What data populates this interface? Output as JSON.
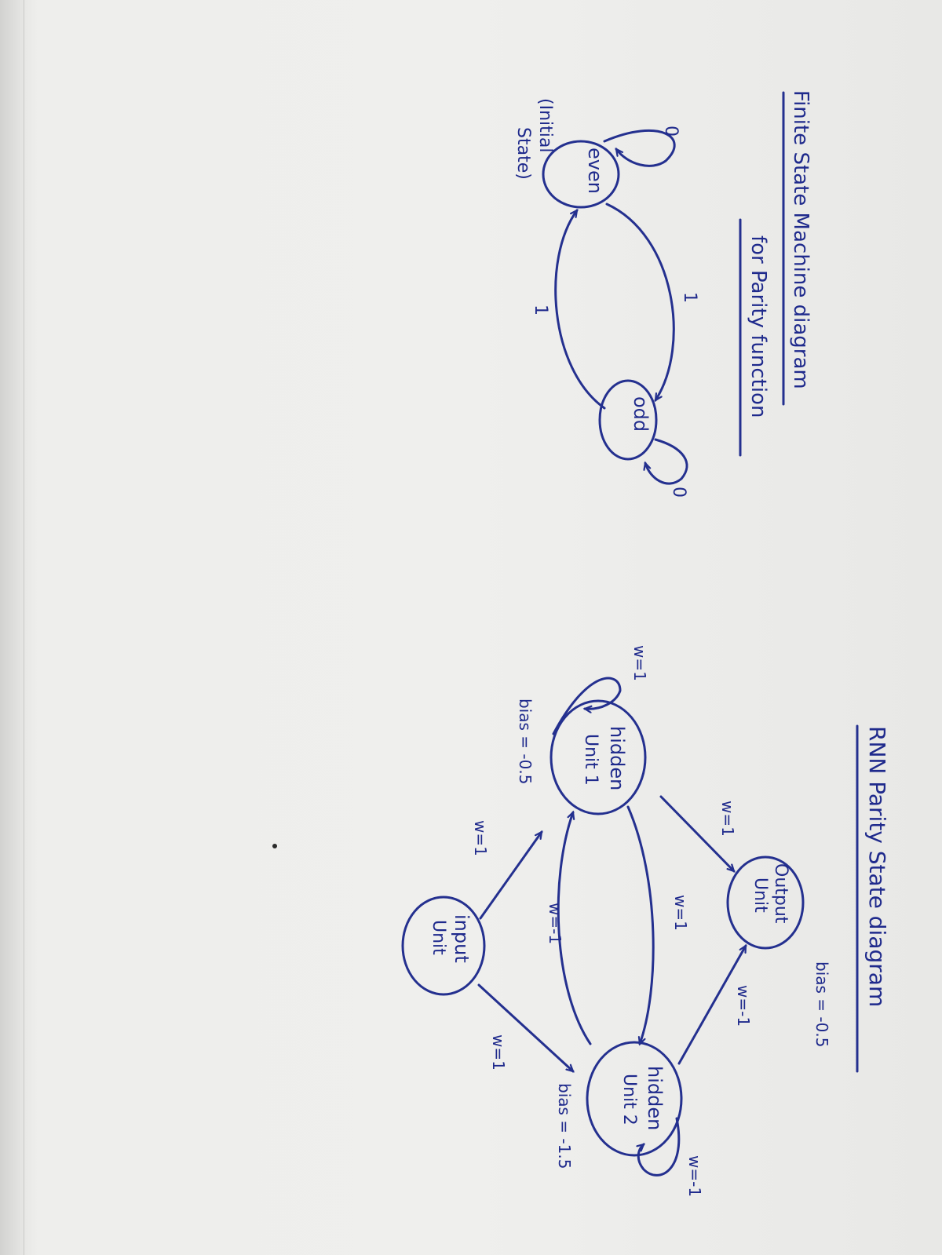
{
  "fsm": {
    "title": "Finite State Machine diagram",
    "subtitle": "for Parity function",
    "states": {
      "even": "even",
      "odd": "odd"
    },
    "initial_note": [
      "(Initial",
      "State)"
    ],
    "labels": {
      "even_loop": "0",
      "odd_loop": "0",
      "even_to_odd": "1",
      "odd_to_even": "1"
    }
  },
  "rnn": {
    "title": "RNN Parity State diagram",
    "nodes": {
      "output": [
        "Output",
        "Unit"
      ],
      "hidden1": [
        "hidden",
        "Unit 1"
      ],
      "hidden2": [
        "hidden",
        "Unit 2"
      ],
      "input": [
        "input",
        "Unit"
      ]
    },
    "labels": {
      "bias_output": "bias = -0.5",
      "bias_hidden1": "bias = -0.5",
      "bias_hidden2": "bias = -1.5",
      "h1_to_output": "w=1",
      "h2_to_output": "w=-1",
      "h1_to_h2": "w=1",
      "h2_to_h1": "w=-1",
      "input_to_h1": "w=1",
      "input_to_h2": "w=1",
      "h1_self": "w=1",
      "h2_self": "w=-1"
    }
  },
  "colors": {
    "ink": "#24308f",
    "paper": "#efefed"
  }
}
